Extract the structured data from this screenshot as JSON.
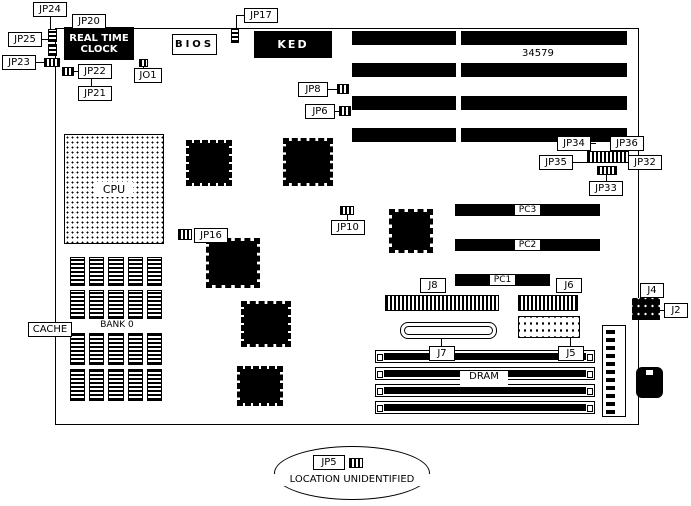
{
  "board": {
    "part_number": "34579",
    "note": "LOCATION UNIDENTIFIED"
  },
  "labels": {
    "jp24": "JP24",
    "jp20": "JP20",
    "jp25": "JP25",
    "jp23": "JP23",
    "jp22": "JP22",
    "jp21": "JP21",
    "jo1": "JO1",
    "jp17": "JP17",
    "jp8": "JP8",
    "jp6": "JP6",
    "jp34": "JP34",
    "jp36": "JP36",
    "jp35": "JP35",
    "jp32": "JP32",
    "jp33": "JP33",
    "jp16": "JP16",
    "jp10": "JP10",
    "jp5": "JP5",
    "j8": "J8",
    "j7": "J7",
    "j6": "J6",
    "j5": "J5",
    "j4": "J4",
    "j2": "J2",
    "cache": "CACHE",
    "bank0": "BANK 0"
  },
  "components": {
    "rtc_line1": "REAL TIME",
    "rtc_line2": "CLOCK",
    "bios": "BIOS",
    "ked": "KED",
    "cpu": "CPU",
    "pc3": "PC3",
    "pc2": "PC2",
    "pc1": "PC1",
    "dram": "DRAM"
  }
}
